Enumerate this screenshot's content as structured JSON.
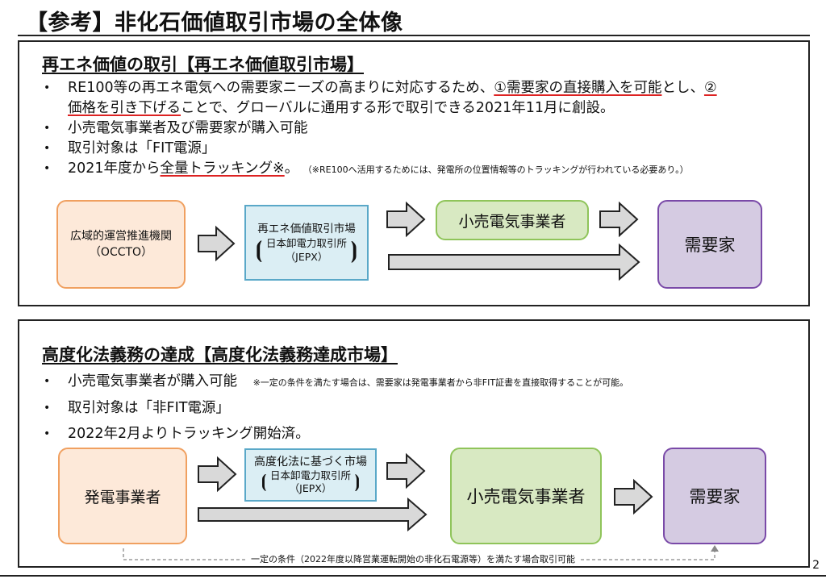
{
  "title": "【参考】非化石価値取引市場の全体像",
  "page_number": "2",
  "section1": {
    "heading": "再エネ価値の取引【再エネ価値取引市場】",
    "bullet1": {
      "part1": "RE100等の再エネ電気への需要家ニーズの高まりに対応するため、",
      "red1": "①需要家の直接購入を可能",
      "part2": "とし、",
      "red2a": "②",
      "red2b": "価格を引き下げる",
      "part3": "ことで、グローバルに通用する形で取引できる2021年11月に創設。"
    },
    "bullet2": "小売電気事業者及び需要家が購入可能",
    "bullet3": "取引対象は「FIT電源」",
    "bullet4": {
      "part1": "2021年度から",
      "underlined": "全量トラッキング※",
      "part2": "。",
      "note": "（※RE100へ活用するためには、発電所の位置情報等のトラッキングが行われている必要あり。）"
    },
    "flow": {
      "source_line1": "広域的運営推進機関",
      "source_line2": "（OCCTO）",
      "market_line1": "再エネ価値取引市場",
      "market_line2": "日本卸電力取引所",
      "market_line3": "（JEPX）",
      "retailer": "小売電気事業者",
      "consumer": "需要家"
    }
  },
  "section2": {
    "heading": "高度化法義務の達成【高度化法義務達成市場】",
    "bullet1": "小売電気事業者が購入可能",
    "bullet1_note": "※一定の条件を満たす場合は、需要家は発電事業者から非FIT証書を直接取得することが可能。",
    "bullet2": "取引対象は「非FIT電源」",
    "bullet3": "2022年2月よりトラッキング開始済。",
    "flow": {
      "source": "発電事業者",
      "market_line1": "高度化法に基づく市場",
      "market_line2": "日本卸電力取引所",
      "market_line3": "（JEPX）",
      "retailer": "小売電気事業者",
      "consumer": "需要家",
      "condition": "一定の条件（2022年度以降営業運転開始の非化石電源等）を満たす場合取引可能"
    },
    "colors": {
      "orange_fill": "#fde9d9",
      "green_fill": "#d8e9c2",
      "purple_fill": "#d5cbe2",
      "blue_fill": "#dbeef4",
      "underline_red": "#d22222"
    }
  }
}
